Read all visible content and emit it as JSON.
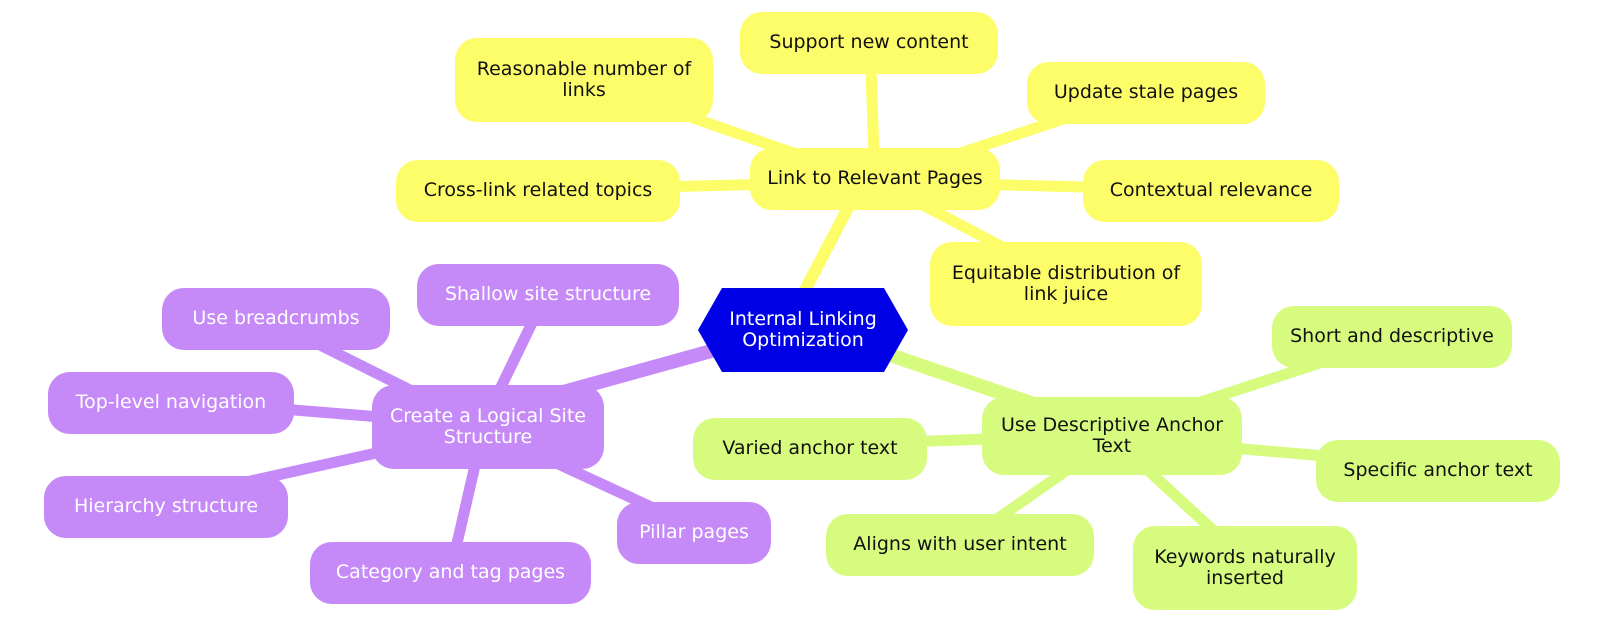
{
  "center": {
    "label": "Internal Linking Optimization",
    "color": "#0000e6"
  },
  "branches": [
    {
      "id": "relevant",
      "label": "Link to Relevant Pages",
      "color": "#fdfd6a",
      "children": [
        "Reasonable number of links",
        "Support new content",
        "Update stale pages",
        "Cross-link related topics",
        "Contextual relevance",
        "Equitable distribution of link juice"
      ]
    },
    {
      "id": "structure",
      "label": "Create a Logical Site Structure",
      "color": "#c58af7",
      "children": [
        "Use breadcrumbs",
        "Shallow site structure",
        "Top-level navigation",
        "Hierarchy structure",
        "Category and tag pages",
        "Pillar pages"
      ]
    },
    {
      "id": "anchor",
      "label": "Use Descriptive Anchor Text",
      "color": "#d7fb7e",
      "children": [
        "Short and descriptive",
        "Varied anchor text",
        "Specific anchor text",
        "Aligns with user intent",
        "Keywords naturally inserted"
      ]
    }
  ]
}
